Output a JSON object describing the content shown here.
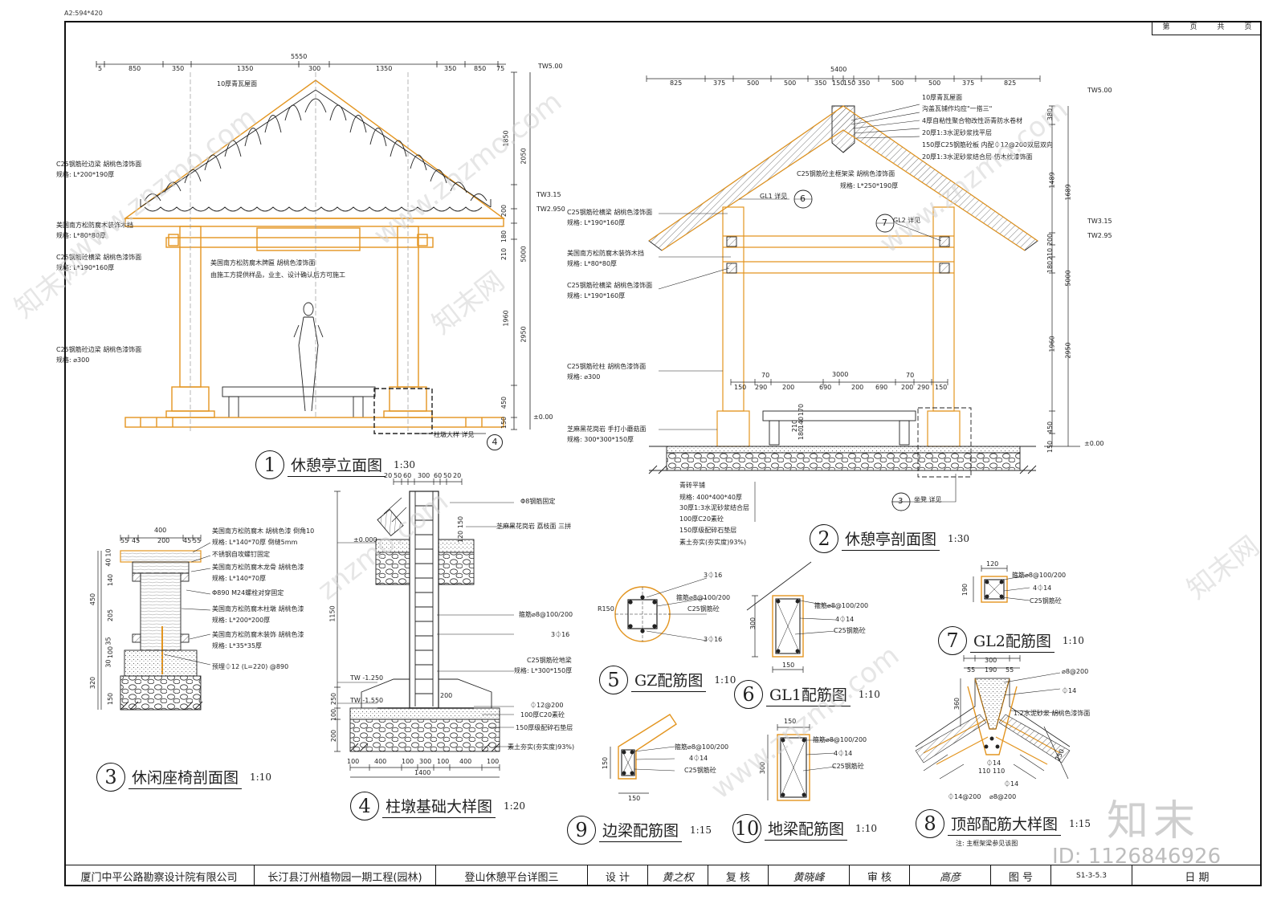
{
  "sheet_size": "A2:594*420",
  "page_box": {
    "page_label": "第",
    "page_unit": "页",
    "total_label": "共",
    "total_unit": "页"
  },
  "title_block": {
    "company": "厦门中平公路勘察设计院有限公司",
    "project": "长汀县汀州植物园一期工程(园林)",
    "drawing": "登山休憩平台详图三",
    "design_label": "设 计",
    "design_sign": "黄之权",
    "review_label": "复 核",
    "review_sign": "黄晓峰",
    "audit_label": "审 核",
    "audit_sign": "高彦",
    "no_label": "图 号",
    "no_value": "S1-3-5.3",
    "date_label": "日 期"
  },
  "views": [
    {
      "num": "1",
      "name": "休憩亭立面图",
      "scale": "1:30"
    },
    {
      "num": "2",
      "name": "休憩亭剖面图",
      "scale": "1:30"
    },
    {
      "num": "3",
      "name": "休闲座椅剖面图",
      "scale": "1:10"
    },
    {
      "num": "4",
      "name": "柱墩基础大样图",
      "scale": "1:20"
    },
    {
      "num": "5",
      "name": "GZ配筋图",
      "scale": "1:10"
    },
    {
      "num": "6",
      "name": "GL1配筋图",
      "scale": "1:10"
    },
    {
      "num": "7",
      "name": "GL2配筋图",
      "scale": "1:10"
    },
    {
      "num": "8",
      "name": "顶部配筋大样图",
      "scale": "1:15"
    },
    {
      "num": "9",
      "name": "边梁配筋图",
      "scale": "1:15"
    },
    {
      "num": "10",
      "name": "地梁配筋图",
      "scale": "1:10"
    }
  ],
  "v1": {
    "dims_top": [
      "5",
      "850",
      "350",
      "1350",
      "300",
      "1350",
      "350",
      "850",
      "75"
    ],
    "dim_total": "5550",
    "right_dims": [
      "1850",
      "2050",
      "200",
      "180",
      "210",
      "5000",
      "1960",
      "2950",
      "450",
      "150"
    ],
    "levels": [
      "TW5.00",
      "TW3.15",
      "TW2.950",
      "±0.00"
    ],
    "notes": [
      "10厚青瓦屋面",
      "C25钢筋砼边梁 胡桃色漆饰面",
      "规格: L*200*190厚",
      "美国南方松防腐木装饰木挡",
      "规格: L*80*80厚",
      "C25钢筋砼横梁 胡桃色漆饰面",
      "规格: L*190*160厚",
      "美国南方松防腐木牌匾 胡桃色漆饰面",
      "由施工方提供样品，业主、设计确认后方可施工",
      "C25钢筋砼边梁 胡桃色漆饰面",
      "规格: ⌀300"
    ],
    "detail_ref": "柱墩大样 详见",
    "detail_num": "4"
  },
  "v2": {
    "dims_top": [
      "825",
      "375",
      "500",
      "500",
      "350",
      "150",
      "150",
      "350",
      "500",
      "500",
      "375",
      "825"
    ],
    "dim_total": "5400",
    "notes_right": [
      "10厚青瓦屋面",
      "沟盖瓦铺作均应\"一搭三\"",
      "4厚自粘性聚合物改性沥青防水卷材",
      "20厚1:3水泥砂浆找平层",
      "150厚C25钢筋砼板 内配⏀12@200双层双向",
      "20厚1:3水泥砂浆结合层 仿木纹漆饰面"
    ],
    "notes_left": [
      "C25钢筋砼主框架梁 胡桃色漆饰面",
      "规格: L*250*190厚",
      "C25钢筋砼横梁 胡桃色漆饰面",
      "规格: L*190*160厚",
      "美国南方松防腐木装饰木挡",
      "规格: L*80*80厚",
      "C25钢筋砼横梁 胡桃色漆饰面",
      "规格: L*190*160厚",
      "C25钢筋砼柱 胡桃色漆饰面",
      "规格: ⌀300",
      "芝麻黑花岗岩 手打小蘑菇面",
      "规格: 300*300*150厚"
    ],
    "gl1": "GL1 详见",
    "gl1_num": "6",
    "gl2": "GL2 详见",
    "gl2_num": "7",
    "inner_dims": [
      "150",
      "290",
      "200",
      "690",
      "200",
      "690",
      "200",
      "290",
      "150"
    ],
    "inner_total": "3000",
    "inner_small": [
      "70",
      "70"
    ],
    "right_dims": [
      "380",
      "1489",
      "1689",
      "200",
      "210",
      "180",
      "5000",
      "1960",
      "2950",
      "450",
      "150"
    ],
    "levels": [
      "TW5.00",
      "TW3.15",
      "TW2.95",
      "±0.00"
    ],
    "base_notes": [
      "青砖平铺",
      "规格: 400*400*40厚",
      "30厚1:3水泥砂浆结合层",
      "100厚C20素砼",
      "150厚级配碎石垫层",
      "素土夯实(夯实度)93%)"
    ],
    "bench_ref": "坐凳 详见",
    "bench_num": "3",
    "bench_dims": [
      "170",
      "210",
      "180",
      "140"
    ]
  },
  "v3": {
    "dims_top": [
      "400",
      "55",
      "45",
      "200",
      "45",
      "55"
    ],
    "left_dims": [
      "10",
      "40",
      "140",
      "450",
      "205",
      "35",
      "100",
      "30",
      "320",
      "150"
    ],
    "notes": [
      "美国南方松防腐木 胡桃色漆 倒角10",
      "规格: L*140*70厚 倒缝5mm",
      "不锈钢自攻螺钉固定",
      "美国南方松防腐木龙骨 胡桃色漆",
      "规格: L*140*70厚",
      "Φ890 M24螺栓对穿固定",
      "美国南方松防腐木柱墩 胡桃色漆",
      "规格: L*200*200厚",
      "美国南方松防腐木装饰 胡桃色漆",
      "规格: L*35*35厚",
      "预埋⏀12 (L=220) @890"
    ]
  },
  "v4": {
    "dims_top": [
      "20",
      "50",
      "60",
      "300",
      "60",
      "50",
      "20"
    ],
    "dims_bottom": [
      "100",
      "400",
      "100",
      "300",
      "100",
      "400",
      "100"
    ],
    "dim_total": "1400",
    "left_dims": [
      "1150",
      "250",
      "100",
      "200"
    ],
    "side_dims": [
      "200",
      "150",
      "120"
    ],
    "levels": [
      "±0.000",
      "TW -1.250",
      "TW -1.550"
    ],
    "notes": [
      "Φ8钢筋固定",
      "芝麻黑花岗岩 荔枝面 三拼",
      "箍筋⌀8@100/200",
      "3⏀16",
      "C25钢筋砼地梁",
      "规格: L*300*150厚",
      "⏀12@200",
      "100厚C20素砼",
      "150厚级配碎石垫层",
      "素土夯实(夯实度)93%)"
    ]
  },
  "v5": {
    "r": "R150",
    "notes": [
      "3⏀16",
      "箍筋⌀8@100/200",
      "C25钢筋砼",
      "3⏀16"
    ]
  },
  "v6": {
    "dims": [
      "300",
      "150"
    ],
    "notes": [
      "箍筋⌀8@100/200",
      "4⏀14",
      "C25钢筋砼"
    ]
  },
  "v7": {
    "dims": [
      "120",
      "190"
    ],
    "notes": [
      "箍筋⌀8@100/200",
      "4⏀14",
      "C25钢筋砼"
    ]
  },
  "v8": {
    "dims_top": [
      "300",
      "55",
      "190",
      "55"
    ],
    "dims_side": [
      "360",
      "250"
    ],
    "notes": [
      "⌀8@200",
      "⏀14",
      "1:2水泥砂浆 胡桃色漆饰面",
      "⏀14",
      "⏀14@200",
      "⌀8@200"
    ],
    "inner": [
      "⏀14",
      "110",
      "110"
    ],
    "footnote": "注: 主框架梁参见该图"
  },
  "v9": {
    "dims": [
      "150",
      "150"
    ],
    "notes": [
      "箍筋⌀8@100/200",
      "4⏀14",
      "C25钢筋砼"
    ]
  },
  "v10": {
    "dims": [
      "150",
      "300"
    ],
    "notes": [
      "箍筋⌀8@100/200",
      "4⏀14",
      "C25钢筋砼"
    ]
  },
  "watermarks": [
    "www.znzmo.com",
    "知末网",
    "znzmo.com"
  ],
  "brand": {
    "logo": "知末",
    "id": "ID: 1126846926"
  },
  "colors": {
    "orange": "#e39520",
    "line": "#222222",
    "hatch": "#555555",
    "paper": "#ffffff"
  }
}
